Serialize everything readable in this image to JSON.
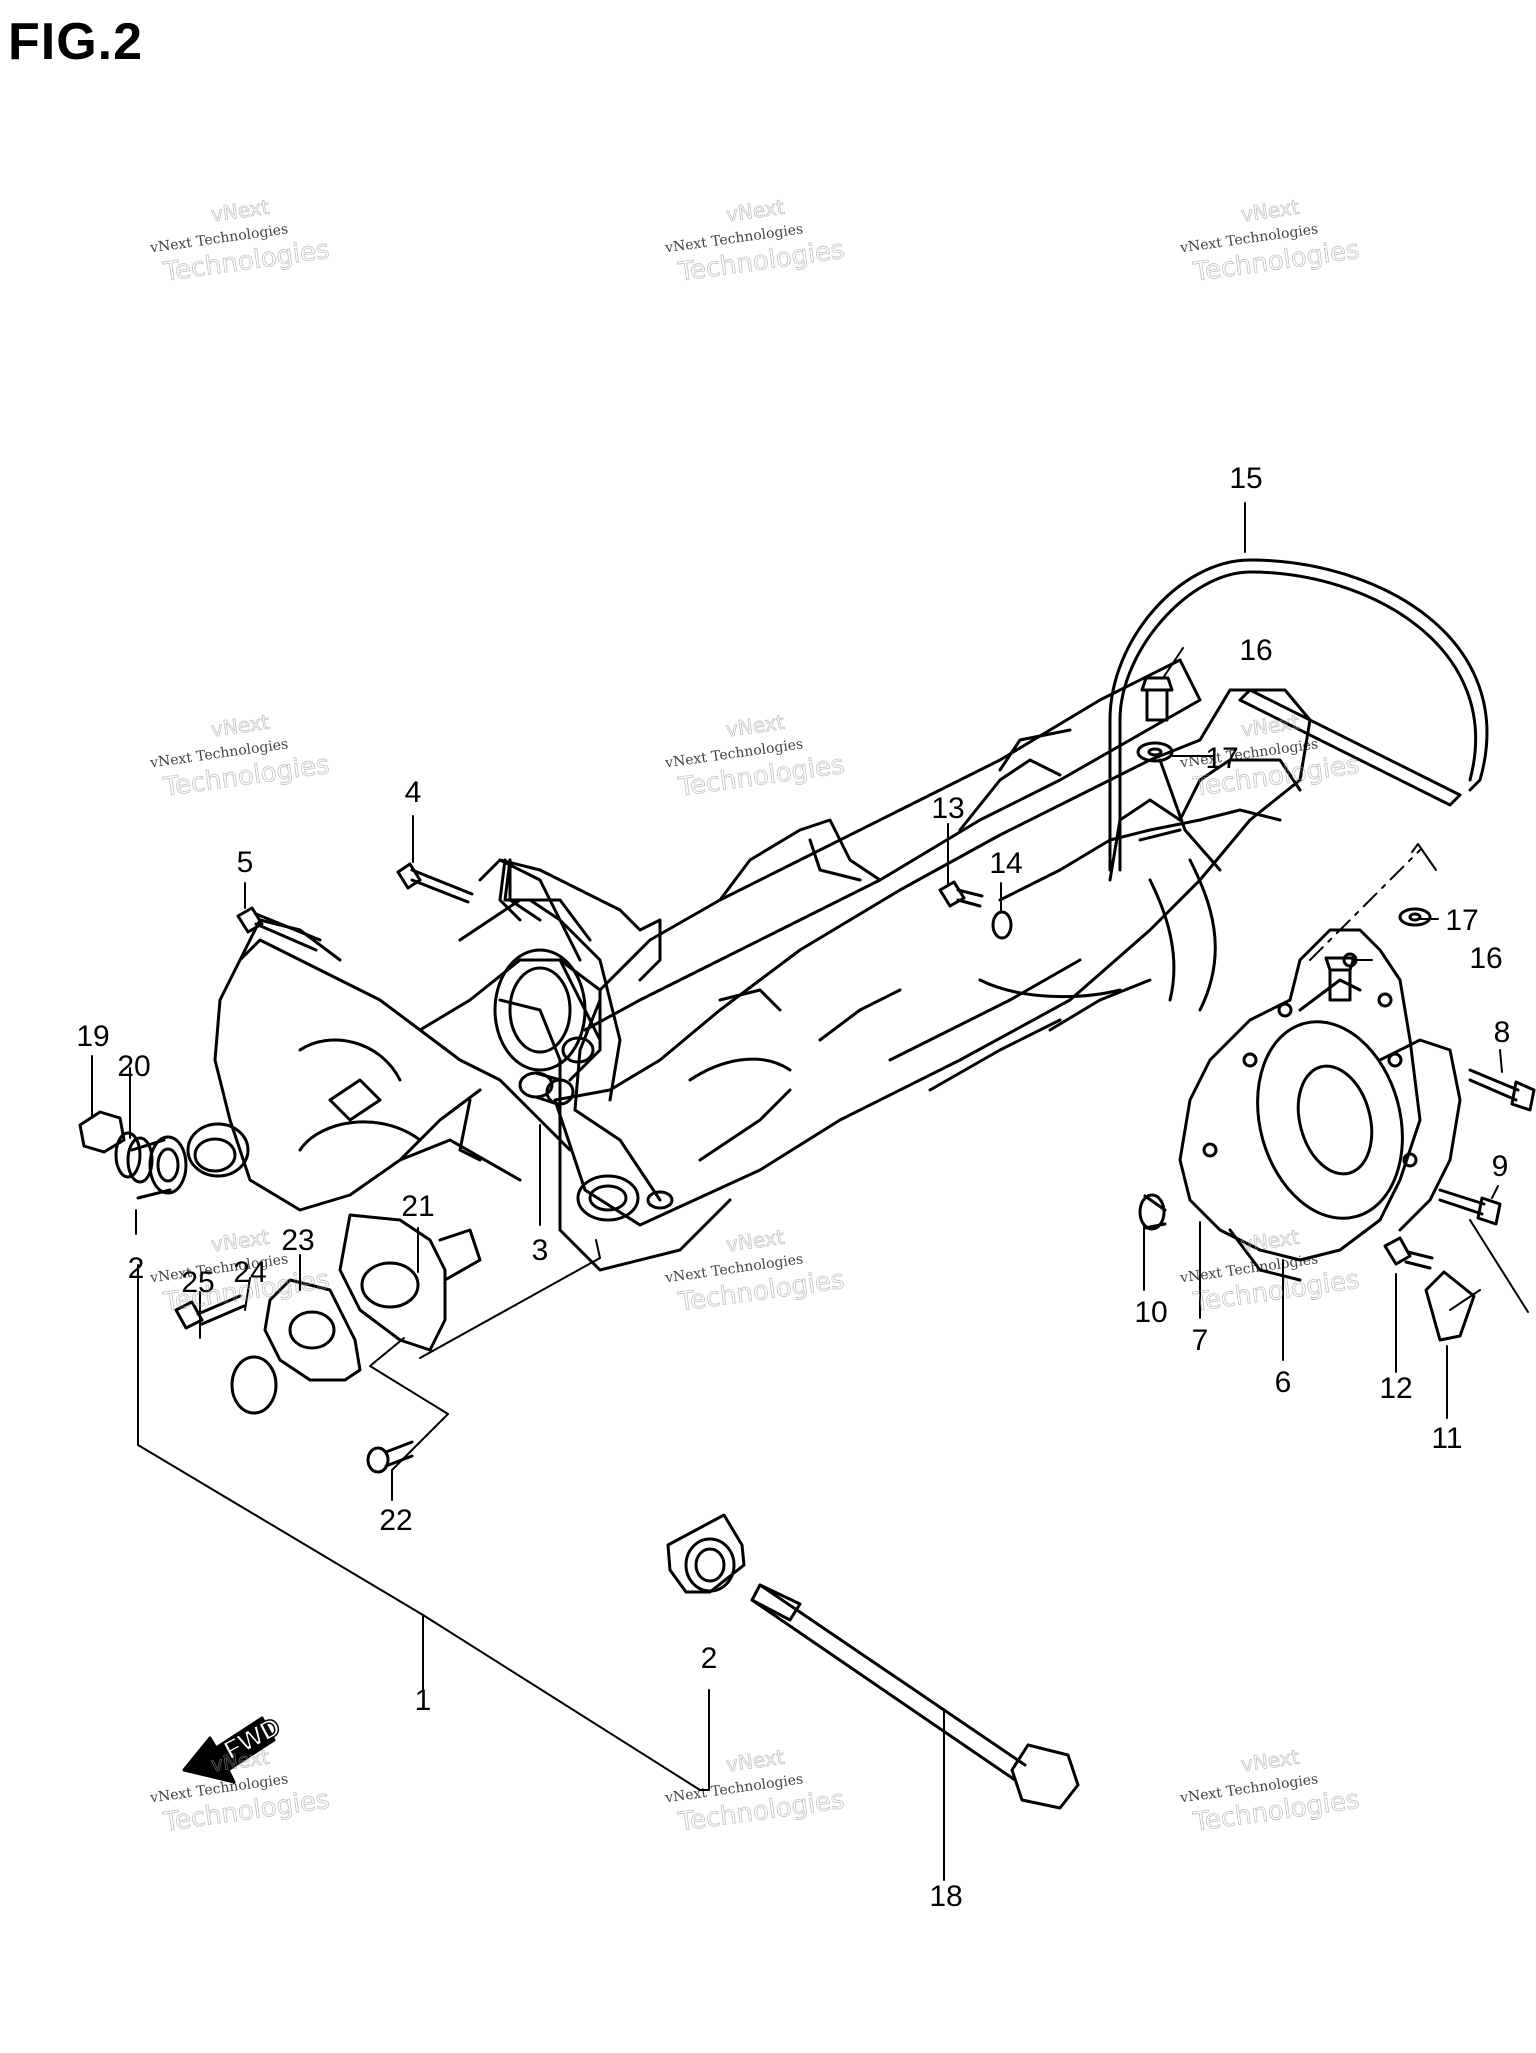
{
  "figure": {
    "title": "FIG.2"
  },
  "callouts": [
    "1",
    "2",
    "2",
    "3",
    "4",
    "5",
    "6",
    "7",
    "8",
    "9",
    "10",
    "11",
    "12",
    "13",
    "14",
    "15",
    "16",
    "16",
    "17",
    "17",
    "18",
    "19",
    "20",
    "21",
    "22",
    "23",
    "24",
    "25"
  ],
  "watermark": {
    "line1": "vNext Technologies",
    "line2": "Technologies",
    "line3": "vNext"
  },
  "direction_arrow": {
    "label": "FWD"
  }
}
